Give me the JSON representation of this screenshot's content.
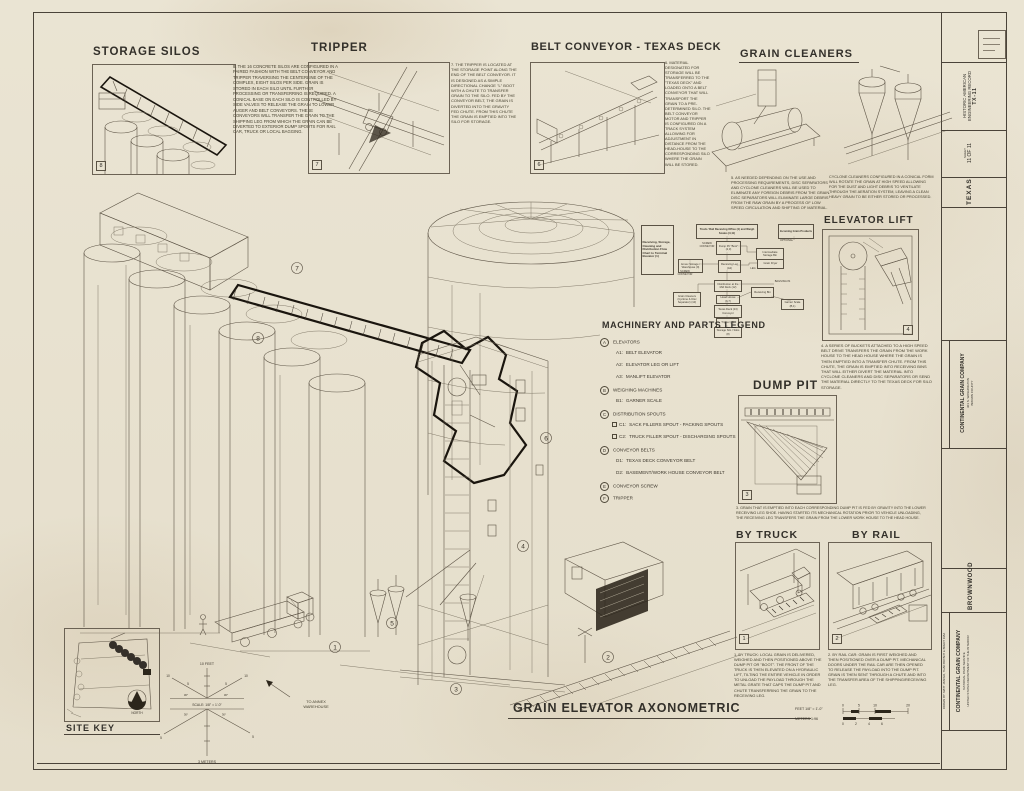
{
  "panels": {
    "storage_silos": {
      "title": "STORAGE SILOS",
      "fig": "8",
      "note": "8. THE 16 CONCRETE SILOS ARE CONFIGURED IN A PAIRED FASHION WITH THE BELT CONVEYOR AND TRIPPER TRAVERSING THE CENTERLINE OF THE COMPLEX, EIGHT SILOS PER SIDE. GRAIN IS STORED IN EACH SILO UNTIL FURTHER PROCESSING OR TRANSFERRING IS REQUIRED. A CONICAL BASE ON EACH SILO IS CONTROLLED BY SIDE VALVES TO RELEASE THE GRAIN TO LOWER AUGER AND BELT CONVEYORS. THESE CONVEYORS WILL TRANSFER THE GRAIN TO THE SHIPPING LEG FROM WHICH THE GRAIN CAN BE DIVERTED TO EXTERIOR DUMP SPOUTS FOR RAIL CAR, TRUCK OR LOCAL BAGGING."
    },
    "tripper": {
      "title": "TRIPPER",
      "fig": "7",
      "note": "7. THE TRIPPER IS LOCATED AT THE STORAGE POINT ALONG THE END OF THE BELT CONVEYOR. IT IS DESIGNED AS A SIMPLE DIRECTIONAL CHANGE \"L\" BOOT WITH A CHUTE TO TRANSFER GRAIN TO THE SILO. FED BY THE CONVEYOR BELT, THE GRAIN IS DIVERTED INTO THE GRAVITY FED CHUTE. FROM THIS CHUTE THE GRAIN IS EMPTIED INTO THE SILO FOR STORAGE."
    },
    "belt_conveyor": {
      "title": "BELT CONVEYOR - TEXAS DECK",
      "fig": "6",
      "note": "6. MATERIAL DESIGNATED FOR STORAGE WILL BE TRANSFERRED TO THE \"TEXAS DECK\" AND LOADED ONTO A BELT CONVEYOR THAT WILL TRANSPORT THE GRAIN TO A PRE-DETERMINED SILO. THE BELT CONVEYOR MOTOR AND TRIPPER IS CONFIGURED ON A TRACK SYSTEM ALLOWING FOR ADJUSTMENT IN DISTANCE FROM THE HEAD-HOUSE TO THE CORRESPONDING SILO WHERE THE GRAIN WILL BE STORED."
    },
    "grain_cleaners": {
      "title": "GRAIN CLEANERS",
      "note": "5. AS NEEDED DEPENDING ON THE USE AND PROCESSING REQUIREMENTS, DISC SEPARATORS AND CYCLONE CLEANERS WILL BE USED TO ELIMINATE ANY FOREIGN DEBRIS FROM THE GRAIN. DISC SEPARATORS WILL ELIMINATE LARGE DEBRIS FROM THE RAW GRAIN BY A PROCESS OF LOW SPEED CIRCULATION AND SHIFTING OF MATERIAL.",
      "caption": "CYCLONE CLEANERS CONFIGURED IN A CONICAL FORM WILL ROTATE THE GRAIN AT HIGH SPEED ALLOWING FOR THE DUST AND LIGHT DEBRIS TO VENTILATE THROUGH THE AERATION SYSTEM, LEAVING A CLEAN HEAVY GRAIN TO BE EITHER STORED OR PROCESSED."
    },
    "elevator_lift": {
      "title": "ELEVATOR LIFT",
      "fig": "4",
      "note": "4. A SERIES OF BUCKETS ATTACHED TO A HIGH SPEED BELT DRIVE TRANSFERS THE GRAIN FROM THE WORK HOUSE TO THE HEAD HOUSE WHERE THE GRAIN IS THEN EMPTIED INTO A TRANSFER CHUTE. FROM THIS CHUTE, THE GRAIN IS EMPTIED INTO RECEIVING BINS THAT WILL EITHER DIVERT THE MATERIAL INTO CYCLONE CLEANERS AND DISC SEPARATORS OR SEND THE MATERIAL DIRECTLY TO THE TEXAS DECK FOR SILO STORAGE."
    },
    "dump_pit": {
      "title": "DUMP PIT",
      "fig": "3",
      "note": "3. GRAIN THAT IS EMPTIED INTO EACH CORRESPONDING DUMP PIT IS FED BY GRAVITY INTO THE LOWER RECEIVING LEG SHOE. HAVING STARTED ITS MECHANICAL ROTATION PRIOR TO VEHICLE UNLOADING, THE RECEIVING LEG TRANSFERS THE GRAIN FROM THE LOWER WORK HOUSE TO THE HEAD HOUSE."
    },
    "by_truck": {
      "title": "BY TRUCK",
      "fig": "1",
      "note": "1. BY TRUCK: LOCAL GRAIN IS DELIVERED, WEIGHED AND THEN POSITIONED ABOVE THE DUMP PIT OR \"BOOT\". THE FRONT OF THE TRUCK IS THEN ELEVATED ON A HYDRAULIC LIFT, TILTING THE ENTIRE VEHICLE IN ORDER TO UNLOAD THE PAYLOAD THROUGH THE METAL GRATE THAT CAPS THE DUMP PIT AND CHUTE TRANSFERRING THE GRAIN TO THE RECEIVING LEG."
    },
    "by_rail": {
      "title": "BY RAIL",
      "fig": "2",
      "note": "2. BY RAIL CAR: GRAIN IS FIRST WEIGHED AND THEN POSITIONED OVER A DUMP PIT. MECHANICAL DOORS UNDER THE RAIL CAR ARE THEN OPENED TO RELEASE THE PAYLOAD INTO THE DUMP PIT. GRAIN IS THEN SENT THROUGH A CHUTE AND INTO THE TRANSFER AREA OF THE SHIPPING/RECEIVING LEG."
    }
  },
  "legend": {
    "title": "MACHINERY AND PARTS LEGEND",
    "items": [
      {
        "code": "A",
        "label": "ELEVATORS"
      },
      {
        "code": "A1:",
        "label": "BELT ELEVATOR"
      },
      {
        "code": "A2:",
        "label": "ELEVATOR LEG OR LIFT"
      },
      {
        "code": "A3:",
        "label": "MANLIFT ELEVATOR"
      },
      {
        "code": "B",
        "label": "WEIGHING MACHINES"
      },
      {
        "code": "B1:",
        "label": "GARNER SCALE"
      },
      {
        "code": "C",
        "label": "DISTRIBUTION SPOUTS"
      },
      {
        "code": "C1:",
        "label": "SACK FILLERS SPOUT - PACKING SPOUTS"
      },
      {
        "code": "C2:",
        "label": "TRUCK FILLER SPOUT - DISCHARGING SPOUTS"
      },
      {
        "code": "D",
        "label": "CONVEYOR BELTS"
      },
      {
        "code": "D1:",
        "label": "TEXAS DECK CONVEYOR BELT"
      },
      {
        "code": "D2:",
        "label": "BASEMENT/WORK HOUSE CONVEYOR BELT"
      },
      {
        "code": "E",
        "label": "CONVEYOR SCREW"
      },
      {
        "code": "F",
        "label": "TRIPPER"
      }
    ]
  },
  "flowchart": {
    "nodes": [
      {
        "label": "Receiving, Storage, Cleaning and Distribution Flow Chart to Terminal Elevator (1)"
      },
      {
        "label": "Truck / Rail Receiving Office (4) and Weigh Scales (3,11)"
      },
      {
        "label": "Incoming Grain Products"
      },
      {
        "label": "SCREW CONVEYOR"
      },
      {
        "label": "Dump Pit \"Boot\" (2,3)"
      },
      {
        "label": "Receiving Leg (A2)"
      },
      {
        "label": "Annex Storage / Warehouse (9)"
      },
      {
        "label": "SCREW CONVEYOR"
      },
      {
        "label": "Intermediate Storage Bin"
      },
      {
        "label": "Grain Dryer"
      },
      {
        "label": "LEG"
      },
      {
        "label": "OPTIONAL"
      },
      {
        "label": "Distribution at the Mid Deck (12)"
      },
      {
        "label": "Grain Cleaners (Cyclone & Disc Separator) (10)"
      },
      {
        "label": "Head House (6,7)"
      },
      {
        "label": "Texas Deck (13) Conveyor"
      },
      {
        "label": "BAGS/SILOS"
      },
      {
        "label": "Receiving Bin"
      },
      {
        "label": "Tripper (7)"
      },
      {
        "label": "Garner Scale (B,1)"
      },
      {
        "label": "Storage Silo / Silos (8)"
      }
    ]
  },
  "main": {
    "title": "GRAIN ELEVATOR AXONOMETRIC",
    "annex_l1": "TO ANNEX",
    "annex_l2": "WAREHOUSE",
    "markers": [
      "1",
      "2",
      "3",
      "4",
      "5",
      "6",
      "7",
      "8"
    ]
  },
  "site_key": {
    "title": "SITE KEY",
    "north_label": "NORTH"
  },
  "axo_scale": {
    "feet": "10 FEET",
    "scale": "SCALE: 1/8\" = 1'-0\"",
    "meters": "3 METERS",
    "deg": "30°",
    "n10": "10",
    "n5": "5"
  },
  "scale_bar": {
    "feet_label": "FEET 1/8\" = 1'-0\"",
    "feet_ticks": [
      "0",
      "5",
      "10",
      "20"
    ],
    "meters_label": "METERS 1:96",
    "meters_ticks": [
      "0",
      "2",
      "4",
      "6"
    ]
  },
  "title_block": {
    "record_line1": "HISTORIC AMERICAN",
    "record_line2": "ENGINEERING RECORD",
    "record_no": "TX-11",
    "sheet_label": "SHEET",
    "sheet_value": "11 OF 11",
    "state": "TEXAS",
    "project_name": "CONTINENTAL GRAIN COMPANY",
    "project_line2": "301 S. WASHINGTON",
    "project_line3": "BROWN COUNTY",
    "city": "BROWNWOOD",
    "agency_name": "CONTINENTAL GRAIN COMPANY",
    "agency_line2": "NATIONAL PARK SERVICE",
    "agency_line3": "UNITED STATES DEPARTMENT OF THE INTERIOR",
    "credit": "DRAWN BY: MATT JASPER, THAD BRYANT & BRENT DIAZ"
  }
}
